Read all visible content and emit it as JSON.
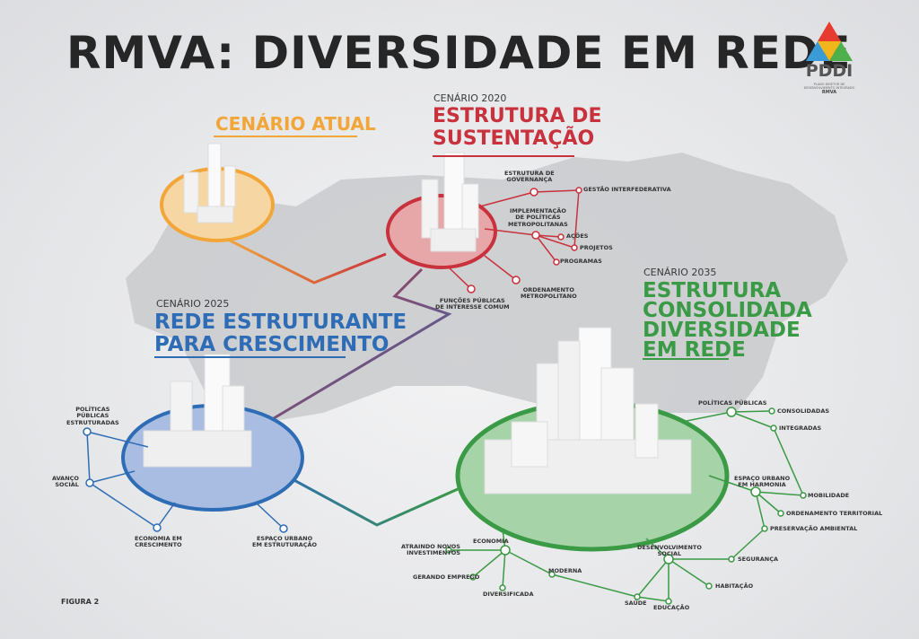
{
  "title": "RMVA: DIVERSIDADE EM REDE",
  "logo": {
    "text": "PDDI",
    "caption": "PLANO DIRETOR DE DESENVOLVIMENTO INTEGRADO",
    "region": "RMVA",
    "colors": [
      "#e63b2e",
      "#3a9bd8",
      "#f2b61d",
      "#4db04a"
    ]
  },
  "figure_label": "FIGURA 2",
  "colors": {
    "orange": "#f2a63a",
    "red": "#c8323c",
    "blue": "#2e6db5",
    "green": "#3a9a45",
    "title": "#262626"
  },
  "scenarios": {
    "atual": {
      "heading": "CENÁRIO ATUAL"
    },
    "s2020": {
      "label": "CENÁRIO 2020",
      "heading_lines": [
        "ESTRUTURA DE",
        "SUSTENTAÇÃO"
      ],
      "nodes": {
        "governanca": "ESTRUTURA DE\nGOVERNANÇA",
        "gestao": "GESTÃO INTERFEDERATIVA",
        "implementacao": "IMPLEMENTAÇÃO\nDE POLÍTICAS\nMETROPOLITANAS",
        "acoes": "AÇÕES",
        "projetos": "PROJETOS",
        "programas": "PROGRAMAS",
        "ordenamento": "ORDENAMENTO\nMETROPOLITANO",
        "funcoes": "FUNÇÕES PÚBLICAS\nDE INTERESSE COMUM"
      }
    },
    "s2025": {
      "label": "CENÁRIO 2025",
      "heading_lines": [
        "REDE ESTRUTURANTE",
        "PARA CRESCIMENTO"
      ],
      "nodes": {
        "politicas": "POLÍTICAS\nPÚBLICAS\nESTRUTURADAS",
        "avanco": "AVANÇO\nSOCIAL",
        "economia": "ECONOMIA EM\nCRESCIMENTO",
        "espaco": "ESPAÇO URBANO\nEM ESTRUTURAÇÃO"
      }
    },
    "s2035": {
      "label": "CENÁRIO 2035",
      "heading_lines": [
        "ESTRUTURA",
        "CONSOLIDADA",
        "DIVERSIDADE",
        "EM REDE"
      ],
      "nodes": {
        "politicas": "POLÍTICAS PÚBLICAS",
        "consolidadas": "CONSOLIDADAS",
        "integradas": "INTEGRADAS",
        "espaco": "ESPAÇO URBANO\nEM HARMONIA",
        "mobilidade": "MOBILIDADE",
        "ordenamento": "ORDENAMENTO TERRITORIAL",
        "preservacao": "PRESERVAÇÃO AMBIENTAL",
        "desenvolvimento": "DESENVOLVIMENTO\nSOCIAL",
        "seguranca": "SEGURANÇA",
        "habitacao": "HABITAÇÃO",
        "educacao": "EDUCAÇÃO",
        "saude": "SAÚDE",
        "economia": "ECONOMIA",
        "atraindo": "ATRAINDO NOVOS\nINVESTIMENTOS",
        "gerando": "GERANDO EMPREGO",
        "diversificada": "DIVERSIFICADA",
        "moderna": "MODERNA"
      }
    }
  }
}
